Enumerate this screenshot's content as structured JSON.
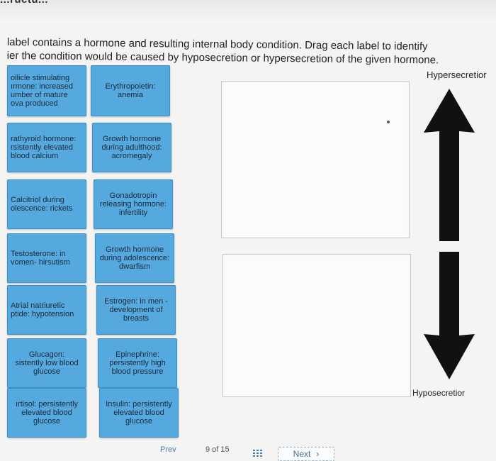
{
  "header": {
    "top_title_fragment": "...ructu..."
  },
  "instructions": {
    "line1": "label contains a hormone and resulting internal body condition. Drag each label to identify",
    "line2": "ier the condition would be caused by hyposecretion or hypersecretion of the given hormone."
  },
  "labels": {
    "left": [
      "ollicle stimulating\nırmone: increased\number of mature\nova produced",
      "rathyroid hormone:\nrsistently elevated\nblood calcium",
      "Calcitriol during\nolescence: rickets",
      "Testosterone: in\nvomen- hirsutism",
      "Atrial natriuretic\nptide: hypotension",
      "Glucagon:\nsistently low blood\nglucose",
      "ırtisol: persistently\nelevated blood\nglucose"
    ],
    "right": [
      "Erythropoietin:\nanemia",
      "Growth hormone\nduring adulthood:\nacromegaly",
      "Gonadotropin\nreleasing hormone:\ninfertility",
      "Growth hormone\nduring adolescence:\ndwarfism",
      "Estrogen: in men -\ndevelopment of\nbreasts",
      "Epinephrine:\npersistently high\nblood pressure",
      "Insulin: persistently\nelevated blood\nglucose"
    ]
  },
  "zones": {
    "hyper_label": "Hypersecretior",
    "hypo_label": "Hyposecretior"
  },
  "icons": {
    "up_arrow": "arrow-up-icon",
    "down_arrow": "arrow-down-icon",
    "grid": "grid-icon"
  },
  "footer": {
    "prev": "Prev",
    "page": "9 of 15",
    "next": "Next"
  },
  "colors": {
    "tile": "#55a9df",
    "arrow": "#111111"
  }
}
